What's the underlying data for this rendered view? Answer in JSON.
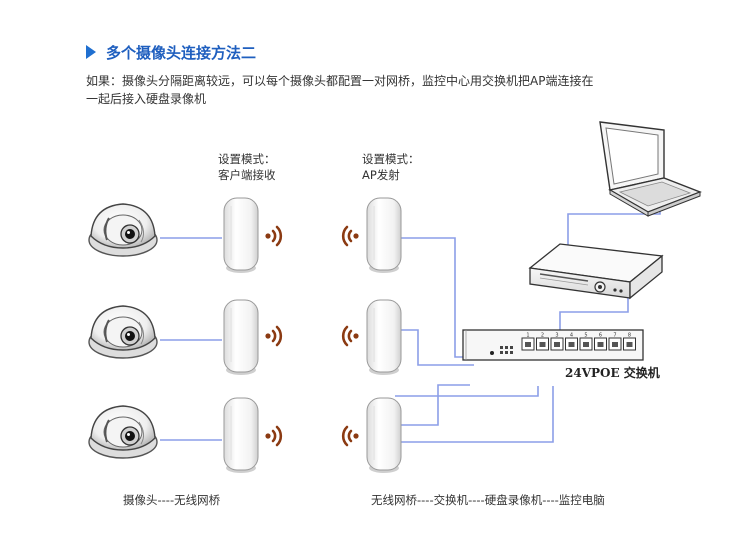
{
  "header": {
    "title": "多个摄像头连接方法二"
  },
  "description": {
    "line1": "如果：摄像头分隔距离较远，可以每个摄像头都配置一对网桥，监控中心用交换机把AP端连接在",
    "line2": "一起后接入硬盘录像机"
  },
  "modes": {
    "client": {
      "line1": "设置模式：",
      "line2": "客户端接收"
    },
    "ap": {
      "line1": "设置模式：",
      "line2": "AP发射"
    }
  },
  "switch": {
    "label": "24VPOE 交换机",
    "ports": [
      "1",
      "2",
      "3",
      "4",
      "5",
      "6",
      "7",
      "8"
    ]
  },
  "captions": {
    "left": "摄像头----无线网桥",
    "right": "无线网桥----交换机----硬盘录像机----监控电脑"
  },
  "colors": {
    "title": "#1f5fbf",
    "cable": "#8c9ee8",
    "wave": "#8b3a12"
  },
  "icons": [
    "dome-camera-icon",
    "wireless-bridge-icon",
    "signal-wave-icon",
    "network-switch-icon",
    "dvr-recorder-icon",
    "laptop-icon"
  ]
}
